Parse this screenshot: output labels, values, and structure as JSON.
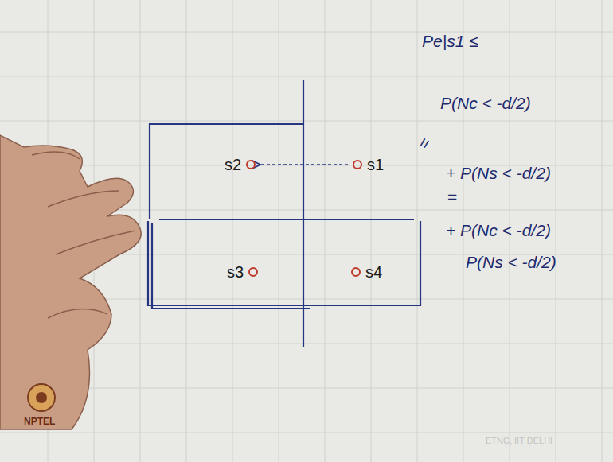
{
  "diagram": {
    "nodes": [
      {
        "text": [
          "s2"
        ]
      },
      {
        "text": [
          "s1"
        ]
      },
      {
        "text": [
          "s3"
        ]
      },
      {
        "text": [
          "s4"
        ]
      }
    ],
    "edges": [
      {
        "from": 1,
        "to": 0,
        "arrow": "to"
      }
    ],
    "labels": [
      "Pe|s1 ≤",
      "P(Nc < -d/2)",
      "=",
      "+ P(Ns < -d/2)",
      "=",
      "+ P(Nc < -d/2)",
      "P(Ns < -d/2)",
      "NPTEL",
      "ETNC, IIT DELHI"
    ]
  }
}
